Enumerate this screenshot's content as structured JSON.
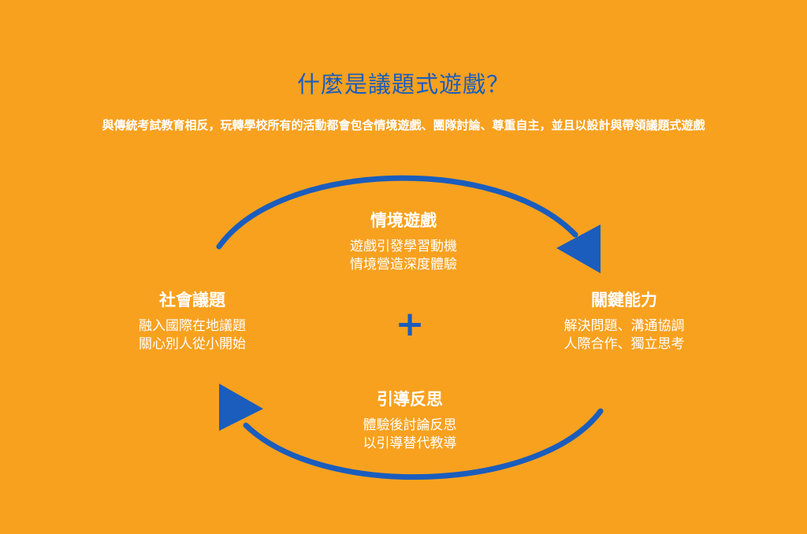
{
  "colors": {
    "background": "#f8a11f",
    "accent": "#1a5dbd",
    "text": "#ffffff"
  },
  "title": "什麼是議題式遊戲？",
  "subtitle": "與傳統考試教育相反，玩轉學校所有的活動都會包含情境遊戲、團隊討論、尊重自主，並且以設計與帶領議題式遊戲",
  "center_symbol": "+",
  "nodes": {
    "top": {
      "heading": "情境遊戲",
      "lines": [
        "遊戲引發學習動機",
        "情境營造深度體驗"
      ]
    },
    "left": {
      "heading": "社會議題",
      "lines": [
        "融入國際在地議題",
        "關心別人從小開始"
      ]
    },
    "right": {
      "heading": "關鍵能力",
      "lines": [
        "解決問題、溝通協調",
        "人際合作、獨立思考"
      ]
    },
    "bottom": {
      "heading": "引導反思",
      "lines": [
        "體驗後討論反思",
        "以引導替代教導"
      ]
    }
  }
}
